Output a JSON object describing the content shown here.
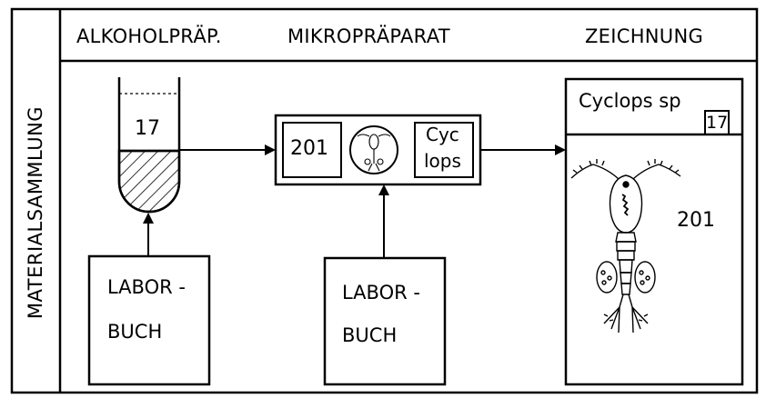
{
  "headers": {
    "col1": "ALKOHOLPRÄP.",
    "col2": "MIKROPRÄPARAT",
    "col3": "ZEICHNUNG"
  },
  "side_label": "MATERIALSAMMLUNG",
  "tube": {
    "number": "17"
  },
  "slide": {
    "number": "201",
    "label_line1": "Cyc",
    "label_line2": "lops"
  },
  "drawing_card": {
    "title": "Cyclops sp",
    "box_number": "17",
    "number": "201"
  },
  "lab_books": [
    {
      "line1": "LABOR -",
      "line2": "BUCH"
    },
    {
      "line1": "LABOR -",
      "line2": "BUCH"
    }
  ]
}
